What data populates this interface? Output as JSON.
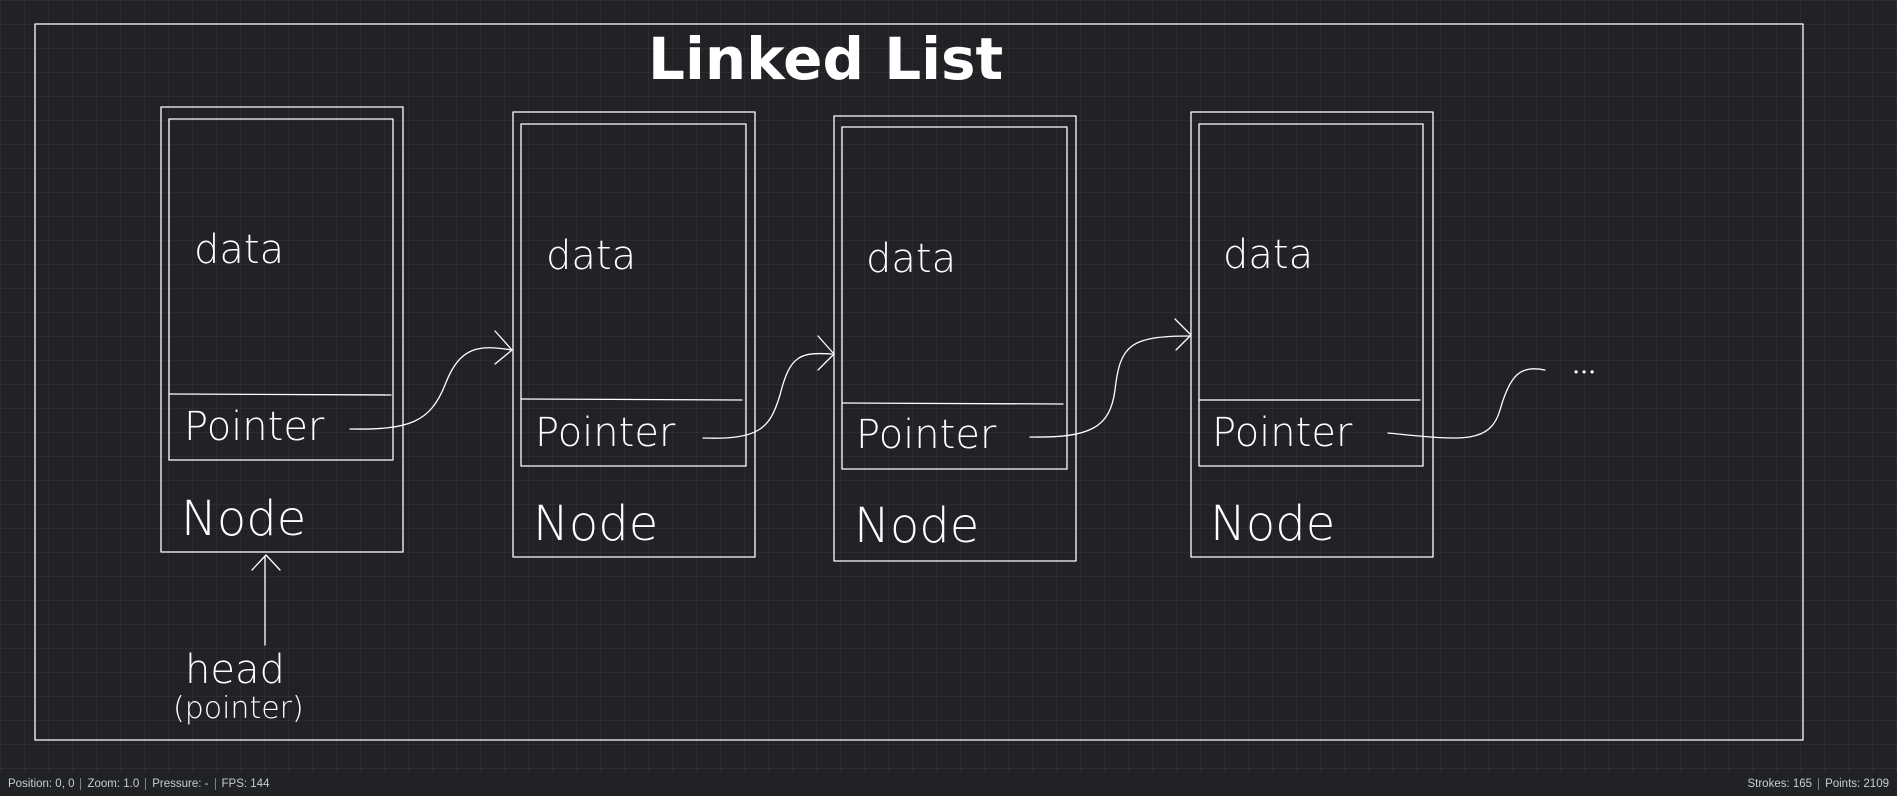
{
  "canvas": {
    "title": "Linked List",
    "nodes": [
      {
        "data_label": "data",
        "pointer_label": "Pointer",
        "node_label": "Node"
      },
      {
        "data_label": "data",
        "pointer_label": "Pointer",
        "node_label": "Node"
      },
      {
        "data_label": "data",
        "pointer_label": "Pointer",
        "node_label": "Node"
      },
      {
        "data_label": "data",
        "pointer_label": "Pointer",
        "node_label": "Node"
      }
    ],
    "head_label": "head",
    "head_sublabel": "(pointer)",
    "ellipsis": "• • •"
  },
  "status": {
    "position": "Position: 0, 0",
    "zoom": "Zoom: 1.0",
    "pressure": "Pressure: -",
    "fps": "FPS: 144",
    "strokes": "Strokes: 165",
    "points": "Points: 2109"
  },
  "colors": {
    "background": "#202226",
    "stroke": "#ffffff"
  }
}
